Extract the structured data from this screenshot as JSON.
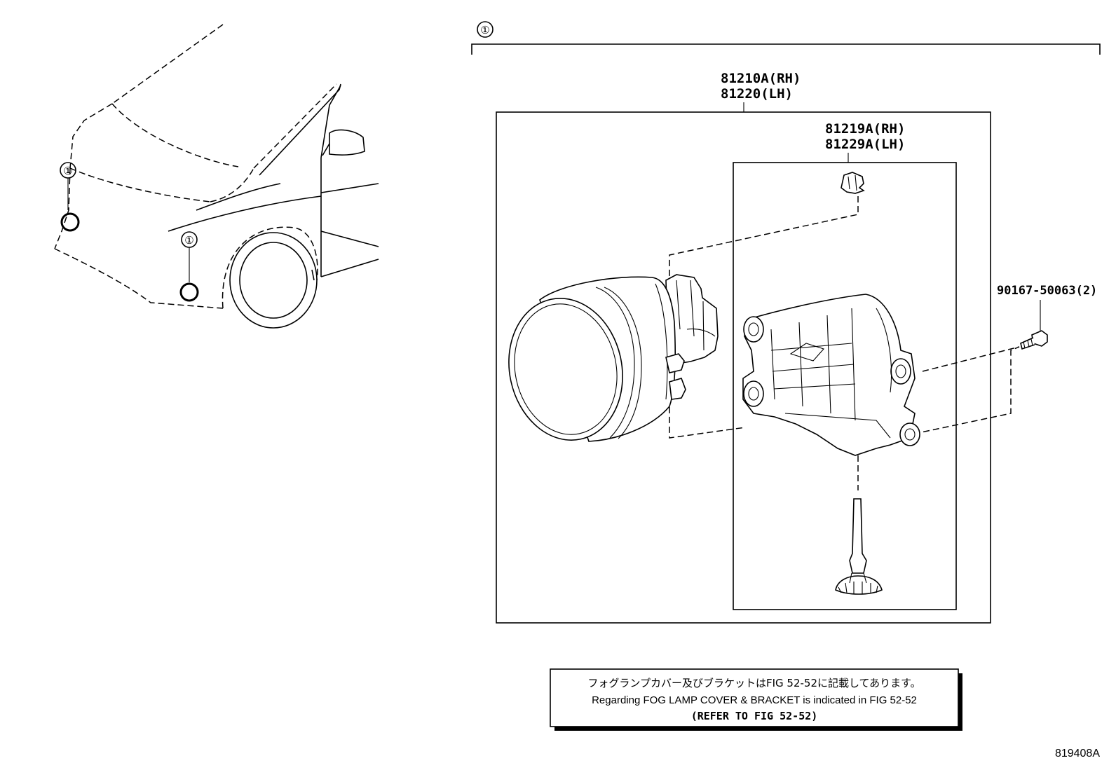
{
  "callout_marker": "①",
  "parts": {
    "fog_lamp_assembly": {
      "line1": "81210A(RH)",
      "line2": "81220(LH)"
    },
    "bracket": {
      "line1": "81219A(RH)",
      "line2": "81229A(LH)"
    },
    "screw": {
      "label": "90167-50063(2)"
    }
  },
  "note": {
    "japanese": "フォグランプカバー及びブラケットはFIG 52-52に記載してあります。",
    "english": "Regarding FOG LAMP COVER & BRACKET is indicated in FIG 52-52",
    "reference": "(REFER TO FIG 52-52)"
  },
  "figure_number": "819408A"
}
